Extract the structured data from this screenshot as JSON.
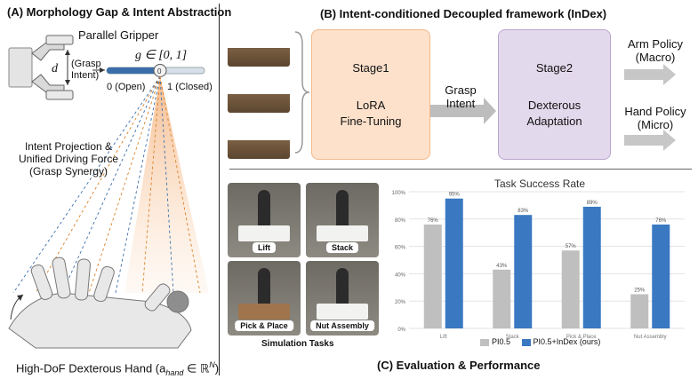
{
  "panel_a": {
    "title": "(A) Morphology Gap & Intent Abstraction",
    "gripper_label": "Parallel Gripper",
    "d_symbol": "d",
    "grasp_intent_label": [
      "(Grasp",
      "Intent)"
    ],
    "g_formula": "g ∈ [0, 1]",
    "open_label": "0 (Open)",
    "closed_label": "1 (Closed)",
    "slider_value": 0.0,
    "projection_label": [
      "Intent Projection &",
      "Unified Driving Force",
      "(Grasp Synergy)"
    ],
    "hand_caption": "High-DoF Dexterous Hand (a",
    "hand_caption_sub": "hand",
    "hand_caption_rest": " ∈ ℝ",
    "hand_caption_sup": "N",
    "hand_caption_end": ")"
  },
  "panel_b": {
    "title": "(B) Intent-conditioned Decoupled framework (InDex)",
    "stage1": {
      "title": "Stage1",
      "line1": "LoRA",
      "line2": "Fine-Tuning"
    },
    "grasp_intent": [
      "Grasp",
      "Intent"
    ],
    "stage2": {
      "title": "Stage2",
      "line1": "Dexterous",
      "line2": "Adaptation"
    },
    "arm_policy": [
      "Arm Policy",
      "(Macro)"
    ],
    "hand_policy": [
      "Hand Policy",
      "(Micro)"
    ]
  },
  "panel_c": {
    "title": "(C) Evaluation & Performance",
    "sim_tasks": [
      "Lift",
      "Stack",
      "Pick & Place",
      "Nut Assembly"
    ],
    "sim_caption": "Simulation Tasks"
  },
  "chart_data": {
    "type": "bar",
    "title": "Task Success Rate",
    "categories": [
      "Lift",
      "Stack",
      "Pick & Place",
      "Nut Assembly"
    ],
    "series": [
      {
        "name": "PI0.5",
        "values": [
          76,
          43,
          57,
          25
        ],
        "color": "#bfbfbf"
      },
      {
        "name": "PI0.5+InDex (ours)",
        "values": [
          95,
          83,
          89,
          76
        ],
        "color": "#3a78c2"
      }
    ],
    "value_labels": {
      "PI0.5": [
        "76%",
        "43%",
        "57%",
        "25%"
      ],
      "PI0.5+InDex (ours)": [
        "95%",
        "83%",
        "89%",
        "76%"
      ]
    },
    "yticks": [
      "0%",
      "20%",
      "40%",
      "60%",
      "80%",
      "100%"
    ],
    "ylim": [
      0,
      100
    ],
    "grid": true,
    "legend": "bottom"
  }
}
